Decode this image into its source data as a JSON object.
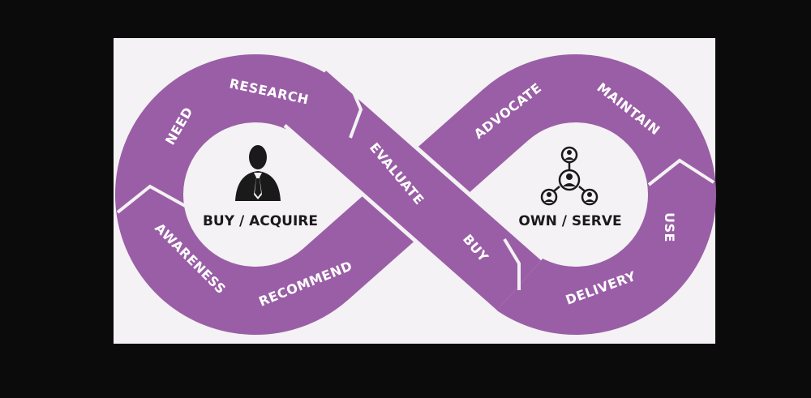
{
  "colors": {
    "loop": "#9a5ea6",
    "background": "#0b0b0b",
    "panel": "#f4f2f4",
    "icon": "#1a1a1a"
  },
  "left_loop": {
    "title": "BUY / ACQUIRE",
    "icon": "businessman-icon",
    "stages": [
      "NEED",
      "RESEARCH",
      "EVALUATE",
      "AWARENESS",
      "RECOMMEND"
    ]
  },
  "right_loop": {
    "title": "OWN / SERVE",
    "icon": "people-network-icon",
    "stages": [
      "BUY",
      "ADVOCATE",
      "MAINTAIN",
      "USE",
      "DELIVERY"
    ]
  }
}
